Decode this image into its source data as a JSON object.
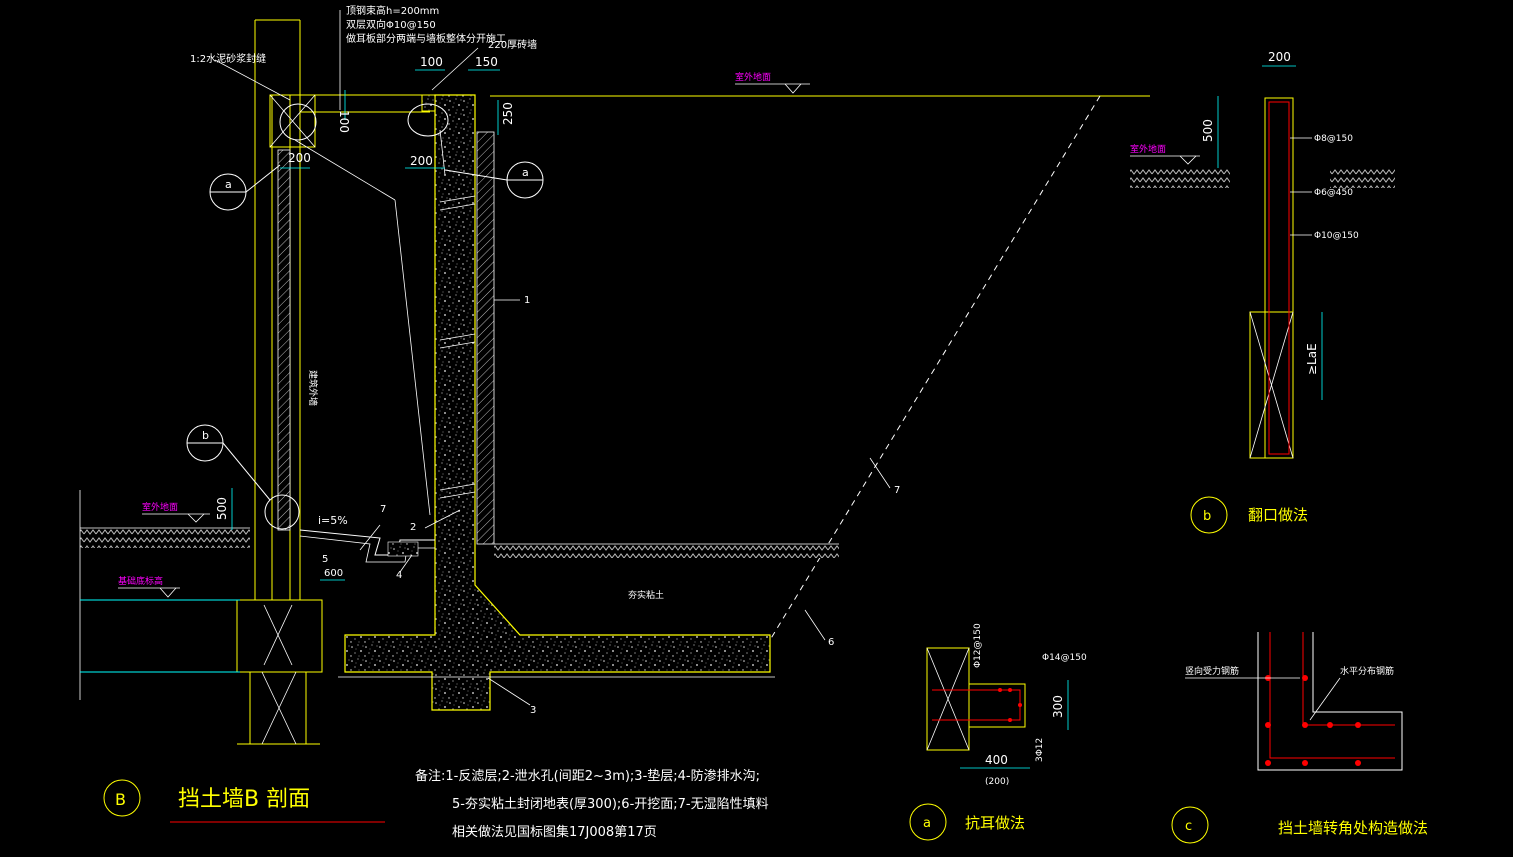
{
  "colors": {
    "background": "#000000",
    "yellow": "#ffff00",
    "white": "#ffffff",
    "cyan": "#00ffff",
    "magenta": "#ff00ff",
    "red": "#ff0000",
    "green": "#00ff00"
  },
  "labels": {
    "note_top_1": "顶钢束高h=200mm",
    "note_top_2": "双层双向Φ10@150",
    "note_top_3": "做耳板部分两端与墙板整体分开施工",
    "mortar_seal": "1:2水泥砂浆封缝",
    "wall_220": "220厚砖墙",
    "dim_100": "100",
    "dim_150": "150",
    "dim_250": "250",
    "dim_200_top": "200",
    "dim_200_left": "200",
    "dim_200_mid": "200",
    "dim_100_small": "100",
    "dim_500": "500",
    "dim_600": "600",
    "building_wall": "建筑外墙",
    "outdoor_ground": "室外地面",
    "outdoor_ground_right": "室外地面",
    "basement_floor": "基础底标高",
    "slope": "i=5%",
    "compacted_fill": "夯实粘土",
    "n1": "1",
    "n2": "2",
    "n3": "3",
    "n4": "4",
    "n5": "5",
    "n6": "6",
    "n7": "7",
    "n7b": "7",
    "bubble_a": "a",
    "bubble_b": "b"
  },
  "title": {
    "bubble": "B",
    "text": "挡土墙B 剖面"
  },
  "notes": {
    "line1": "备注:1-反滤层;2-泄水孔(间距2~3m);3-垫层;4-防渗排水沟;",
    "line2": "5-夯实粘土封闭地表(厚300);6-开挖面;7-无湿陷性填料",
    "line3": "相关做法见国标图集17J008第17页"
  },
  "detail_a": {
    "bubble": "a",
    "title": "抗耳做法",
    "rebar_top": "Φ14@150",
    "rebar_vertical": "Φ12@150",
    "dim_300": "300",
    "dim_400": "400",
    "dim_200": "(200)",
    "rebar_bottom": "3Φ12"
  },
  "detail_b": {
    "bubble": "b",
    "title": "翻口做法",
    "dim_200": "200",
    "dim_500": "500",
    "ground": "室外地面",
    "rebar_1": "Φ8@150",
    "rebar_2": "Φ6@450",
    "rebar_3": "Φ10@150",
    "anchor": "≥LaE"
  },
  "detail_c": {
    "bubble": "c",
    "title": "挡土墙转角处构造做法",
    "vertical_rebar": "竖向受力钢筋",
    "horizontal_rebar": "水平分布钢筋"
  }
}
